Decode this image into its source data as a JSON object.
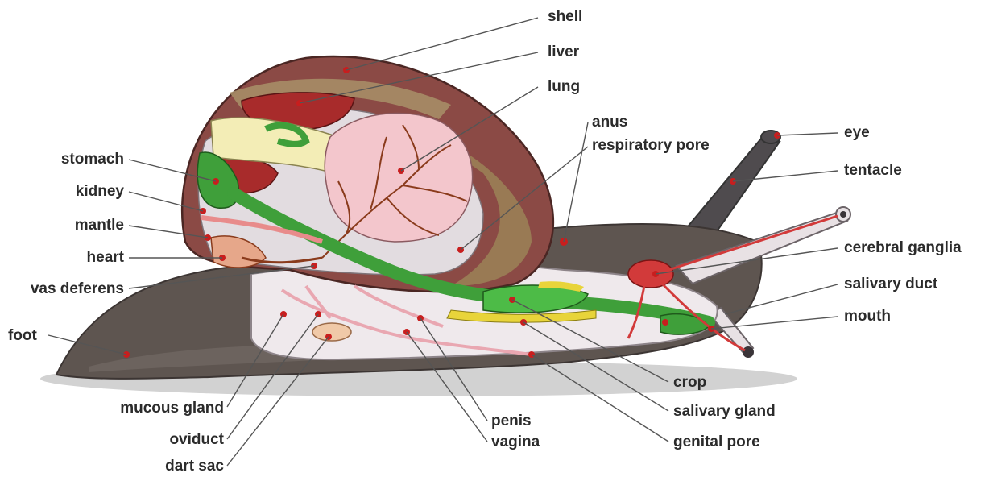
{
  "labels": {
    "shell": "shell",
    "liver": "liver",
    "lung": "lung",
    "anus": "anus",
    "respiratory_pore": "respiratory pore",
    "eye": "eye",
    "tentacle": "tentacle",
    "cerebral_ganglia": "cerebral ganglia",
    "salivary_duct": "salivary duct",
    "mouth": "mouth",
    "stomach": "stomach",
    "kidney": "kidney",
    "mantle": "mantle",
    "heart": "heart",
    "vas_deferens": "vas deferens",
    "foot": "foot",
    "mucous_gland": "mucous gland",
    "oviduct": "oviduct",
    "dart_sac": "dart sac",
    "penis": "penis",
    "vagina": "vagina",
    "crop": "crop",
    "salivary_gland": "salivary gland",
    "genital_pore": "genital pore"
  },
  "colors": {
    "shell": "#8b4a45",
    "shell_band": "#a89068",
    "body": "#5e5550",
    "mantle_cavity": "#efe9ec",
    "lung": "#f3c6cc",
    "vessel": "#8a3b1c",
    "gut": "#3f9f3a",
    "gland_yellow": "#e8d43a",
    "liver": "#a82b2b",
    "nerve": "#d23a3a",
    "leader": "#555555",
    "marker": "#c81e1e"
  }
}
